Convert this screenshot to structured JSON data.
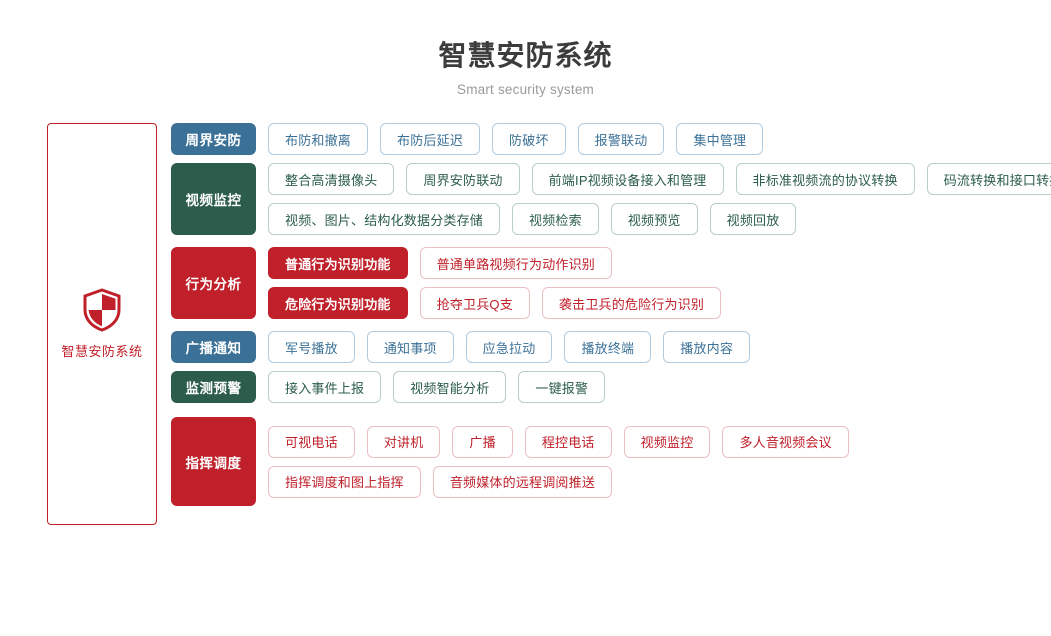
{
  "header": {
    "title": "智慧安防系统",
    "subtitle": "Smart security system"
  },
  "brand": {
    "icon": "shield-icon",
    "label": "智慧安防系统",
    "border_color": "#c0202a",
    "text_color": "#c0202a"
  },
  "colors": {
    "blue": "#3b7197",
    "green": "#2c5c4b",
    "red": "#c0202a",
    "blue_border": "#b3cbdf",
    "green_border": "#b7cfc5",
    "red_border": "#ecc0c3",
    "title": "#3c3c3c",
    "subtitle": "#9a9a9a"
  },
  "rows": [
    {
      "category": "周界安防",
      "theme": "blue",
      "subrows": [
        {
          "items": [
            {
              "label": "布防和撤离",
              "style": "outline"
            },
            {
              "label": "布防后延迟",
              "style": "outline"
            },
            {
              "label": "防破坏",
              "style": "outline"
            },
            {
              "label": "报警联动",
              "style": "outline"
            },
            {
              "label": "集中管理",
              "style": "outline"
            }
          ]
        }
      ]
    },
    {
      "category": "视频监控",
      "theme": "green",
      "subrows": [
        {
          "items": [
            {
              "label": "整合高清摄像头",
              "style": "outline"
            },
            {
              "label": "周界安防联动",
              "style": "outline"
            },
            {
              "label": "前端IP视频设备接入和管理",
              "style": "outline"
            },
            {
              "label": "非标准视频流的协议转换",
              "style": "outline"
            },
            {
              "label": "码流转换和接口转换",
              "style": "outline"
            }
          ]
        },
        {
          "items": [
            {
              "label": "视频、图片、结构化数据分类存储",
              "style": "outline"
            },
            {
              "label": "视频检索",
              "style": "outline"
            },
            {
              "label": "视频预览",
              "style": "outline"
            },
            {
              "label": "视频回放",
              "style": "outline"
            }
          ]
        }
      ]
    },
    {
      "category": "行为分析",
      "theme": "red",
      "subrows": [
        {
          "items": [
            {
              "label": "普通行为识别功能",
              "style": "filled"
            },
            {
              "label": "普通单路视频行为动作识别",
              "style": "outline"
            }
          ]
        },
        {
          "items": [
            {
              "label": "危险行为识别功能",
              "style": "filled"
            },
            {
              "label": "抢夺卫兵Q支",
              "style": "outline"
            },
            {
              "label": "袭击卫兵的危险行为识别",
              "style": "outline"
            }
          ]
        }
      ]
    },
    {
      "category": "广播通知",
      "theme": "blue",
      "subrows": [
        {
          "items": [
            {
              "label": "军号播放",
              "style": "outline"
            },
            {
              "label": "通知事项",
              "style": "outline"
            },
            {
              "label": "应急拉动",
              "style": "outline"
            },
            {
              "label": "播放终端",
              "style": "outline"
            },
            {
              "label": "播放内容",
              "style": "outline"
            }
          ]
        }
      ]
    },
    {
      "category": "监测预警",
      "theme": "green",
      "subrows": [
        {
          "items": [
            {
              "label": "接入事件上报",
              "style": "outline"
            },
            {
              "label": "视频智能分析",
              "style": "outline"
            },
            {
              "label": "一键报警",
              "style": "outline"
            }
          ]
        }
      ]
    },
    {
      "category": "指挥调度",
      "theme": "red",
      "subrows": [
        {
          "items": [
            {
              "label": "可视电话",
              "style": "outline"
            },
            {
              "label": "对讲机",
              "style": "outline"
            },
            {
              "label": "广播",
              "style": "outline"
            },
            {
              "label": "程控电话",
              "style": "outline"
            },
            {
              "label": "视频监控",
              "style": "outline"
            },
            {
              "label": "多人音视频会议",
              "style": "outline"
            }
          ]
        },
        {
          "items": [
            {
              "label": "指挥调度和图上指挥",
              "style": "outline"
            },
            {
              "label": "音频媒体的远程调阅推送",
              "style": "outline"
            }
          ]
        }
      ]
    }
  ]
}
